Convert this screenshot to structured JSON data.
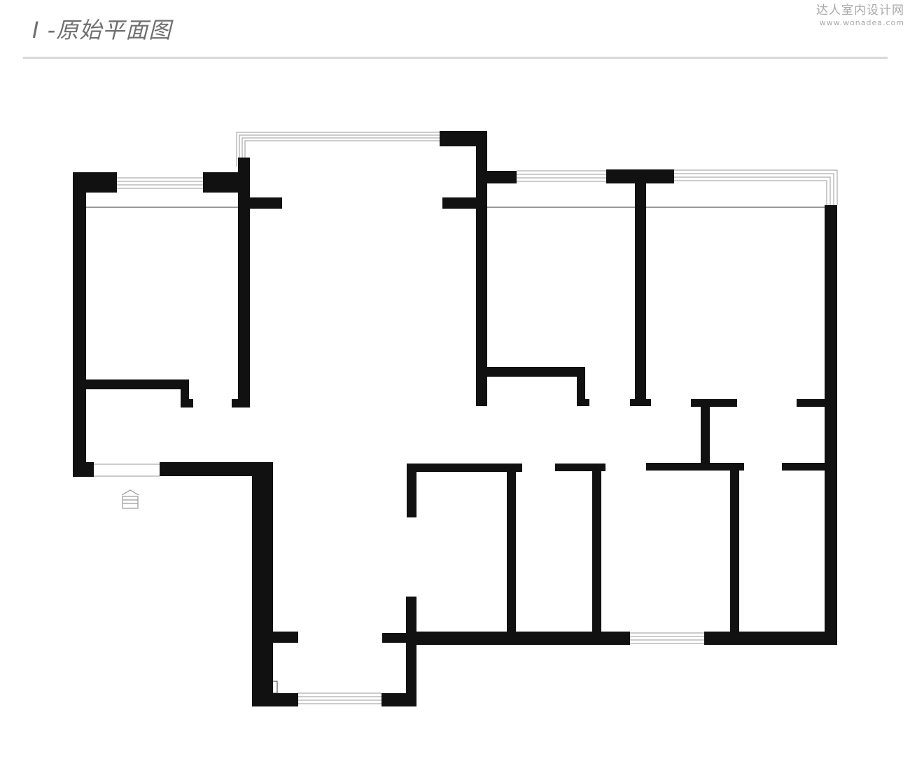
{
  "header": {
    "title": "I -原始平面图"
  },
  "watermark": {
    "name": "达人室内设计网",
    "url": "www.wonadea.com"
  },
  "plan": {
    "wall_color": "#111111",
    "window_color": "#9a9a9a",
    "entry_icon": "entry-arrow-icon"
  }
}
